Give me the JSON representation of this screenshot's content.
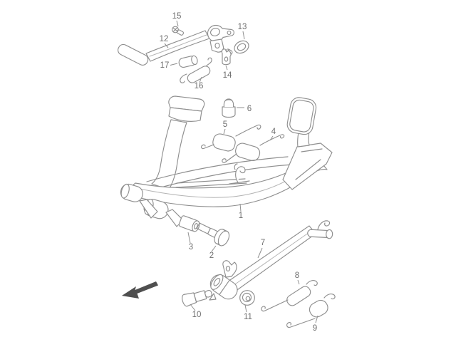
{
  "colors": {
    "bg": "#ffffff",
    "line": "#8f8f8f",
    "line-soft": "#b4b4b4",
    "label": "#6e6e6e",
    "arrow": "#4f4f4f"
  },
  "callouts": {
    "c1": "1",
    "c2": "2",
    "c3": "3",
    "c4": "4",
    "c5": "5",
    "c6": "6",
    "c7": "7",
    "c8": "8",
    "c9": "9",
    "c10": "10",
    "c11": "11",
    "c12": "12",
    "c13": "13",
    "c14": "14",
    "c15": "15",
    "c16": "16",
    "c17": "17"
  }
}
